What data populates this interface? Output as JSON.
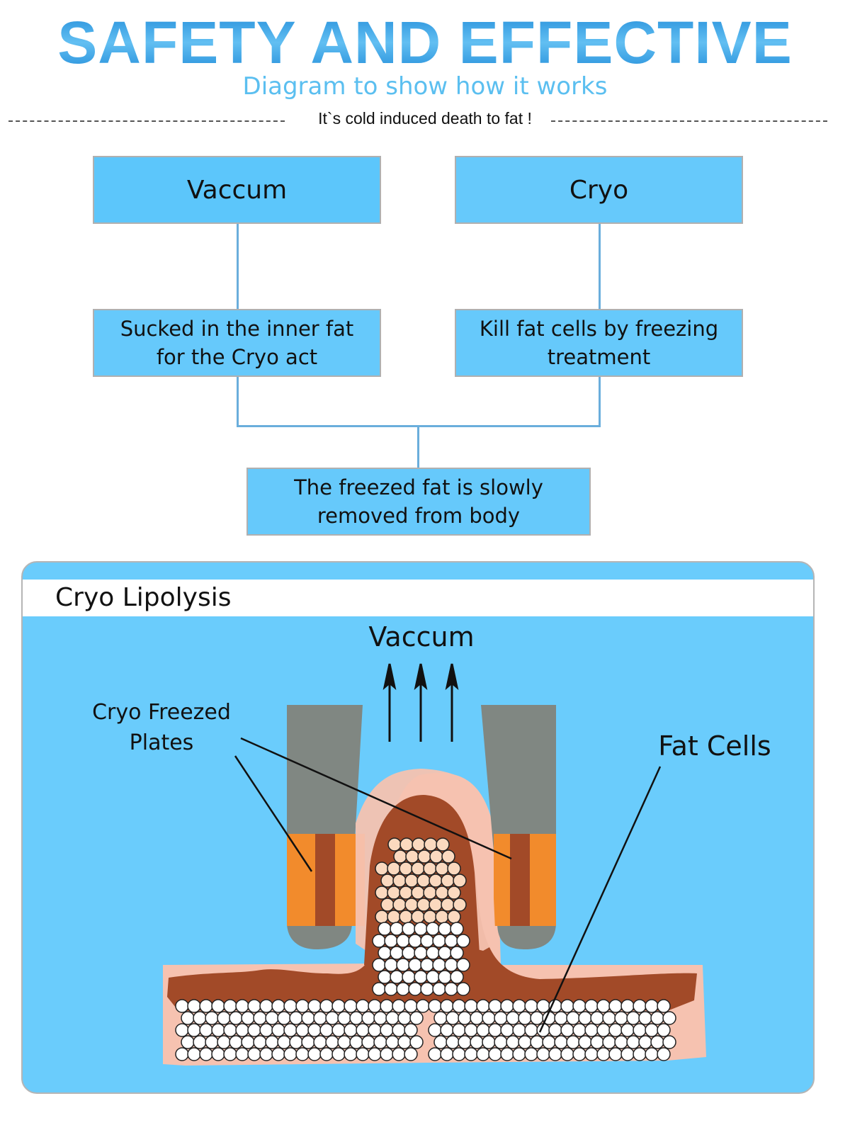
{
  "header": {
    "title": "SAFETY AND EFFECTIVE",
    "subtitle": "Diagram to show how it works",
    "tagline": "It`s cold induced death to fat !"
  },
  "flowchart": {
    "top_left": "Vaccum",
    "top_right": "Cryo",
    "mid_left": [
      "Sucked in the inner fat",
      "for the Cryo act"
    ],
    "mid_right": [
      "Kill fat cells by freezing",
      "treatment"
    ],
    "bottom": [
      "The freezed fat is slowly",
      "removed from body"
    ]
  },
  "illustration": {
    "title": "Cryo Lipolysis",
    "labels": {
      "vacuum": "Vaccum",
      "plates_line1": "Cryo Freezed",
      "plates_line2": "Plates",
      "fat_cells": "Fat Cells"
    },
    "colors": {
      "background": "#6accfc",
      "plate_gray": "#808782",
      "plate_orange": "#f28b2c",
      "plate_stripe": "#a24a28",
      "skin": "#f6c2b0",
      "muscle": "#a24a28",
      "fat_frozen": "#fbd9bf",
      "fat": "#ffffff"
    }
  }
}
